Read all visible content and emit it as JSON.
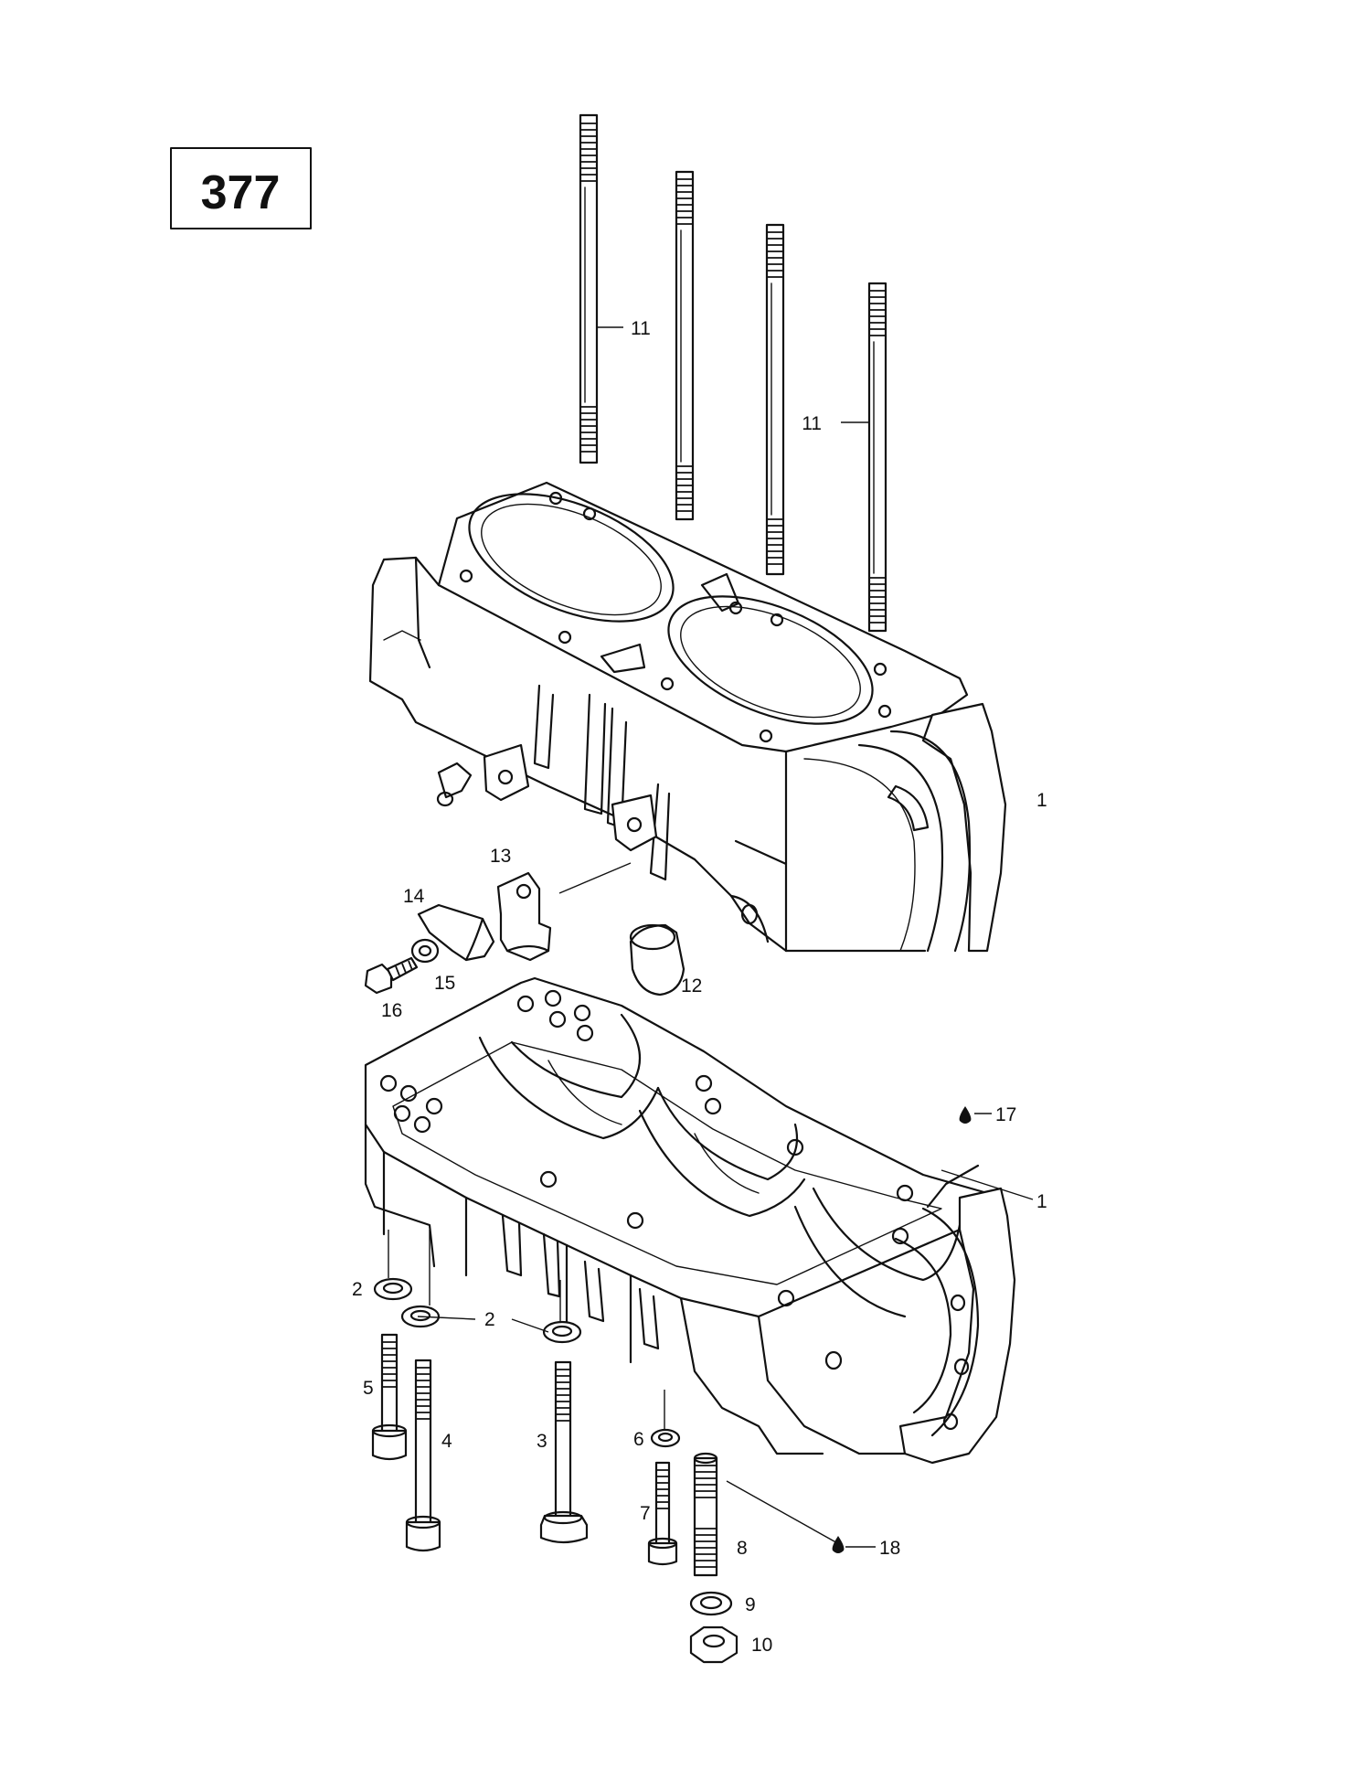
{
  "diagram": {
    "page_number": "377",
    "callouts": {
      "c1_upper": "1",
      "c1_lower": "1",
      "c2_left": "2",
      "c2_mid": "2",
      "c3": "3",
      "c4": "4",
      "c5": "5",
      "c6": "6",
      "c7": "7",
      "c8": "8",
      "c9": "9",
      "c10": "10",
      "c11_left": "11",
      "c11_right": "11",
      "c12": "12",
      "c13": "13",
      "c14": "14",
      "c15": "15",
      "c16": "16",
      "c17": "17",
      "c18": "18"
    }
  }
}
